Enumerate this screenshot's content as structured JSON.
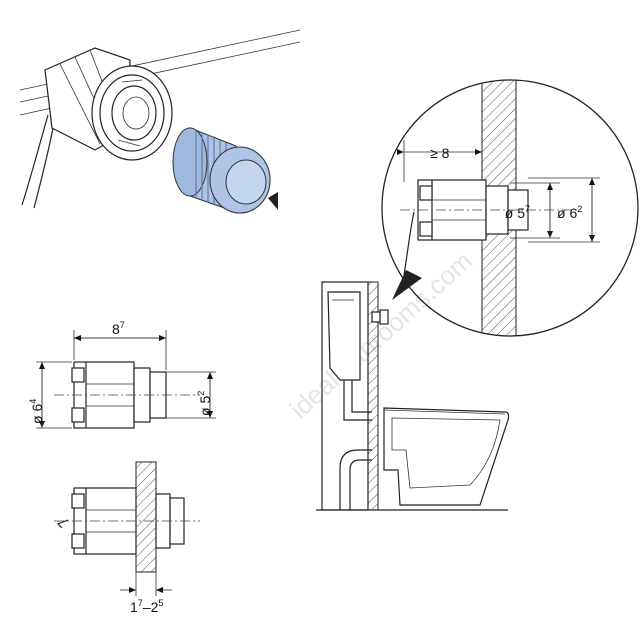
{
  "watermark": "idealbathrooms.com",
  "dimensions": {
    "min_depth": "≥ 8",
    "bore_inner_base": "ø 5",
    "bore_inner_sup": "7",
    "bore_outer_base": "ø 6",
    "bore_outer_sup": "2",
    "length_base": "8",
    "length_sup": "7",
    "flange_dia_base": "ø 6",
    "flange_dia_sup": "4",
    "body_dia_base": "ø 5",
    "body_dia_sup": "2",
    "wall_range_a_base": "1",
    "wall_range_a_sup": "7",
    "wall_range_b_base": "2",
    "wall_range_b_sup": "5"
  },
  "colors": {
    "button_fill": "#aec4e6",
    "button_dark": "#7f9cc9",
    "line": "#222222"
  }
}
